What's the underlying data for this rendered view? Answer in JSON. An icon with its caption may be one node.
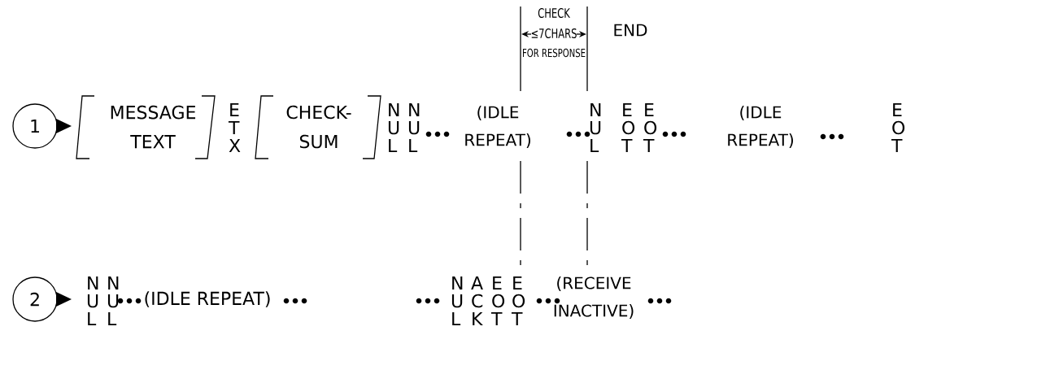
{
  "diagram": {
    "nodes": [
      {
        "text": [
          "1"
        ]
      },
      {
        "text": [
          "2"
        ]
      }
    ],
    "labels": [
      "CHECK",
      "≤7CHARS",
      "FOR RESPONSE",
      "END",
      "MESSAGE TEXT",
      "E T X",
      "CHECK- SUM",
      "N U L",
      "N U L",
      "(IDLE REPEAT)",
      "N U L",
      "E O T",
      "E O T",
      "(IDLE REPEAT)",
      "E O T",
      "N U L",
      "N U L",
      "(IDLE REPEAT)",
      "N U L",
      "A C K",
      "E O T",
      "E O T",
      "(RECEIVE INACTIVE)"
    ]
  }
}
